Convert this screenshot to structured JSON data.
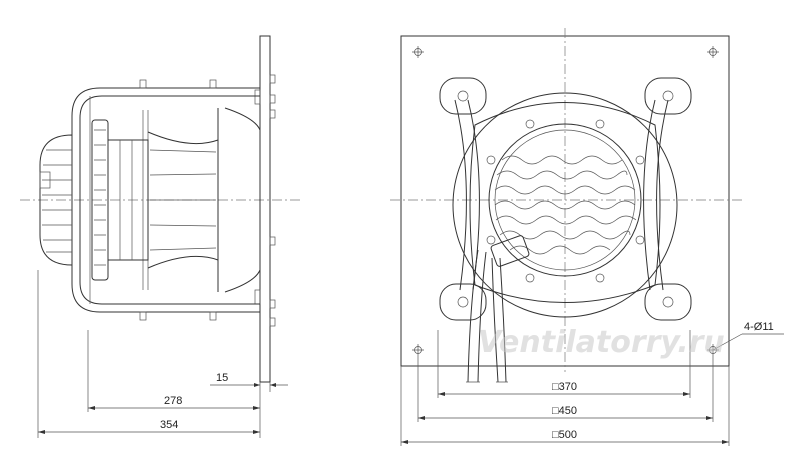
{
  "dimensions": {
    "flange_thickness": "15",
    "depth_to_flange": "278",
    "overall_depth": "354",
    "bolt_spacing": "□370",
    "inner_size": "□450",
    "plate_size": "□500",
    "holes": "4-Ø11"
  },
  "watermark": "Ventilatorry.ru",
  "colors": {
    "line": "#333333",
    "watermark": "#c9c9c9"
  }
}
